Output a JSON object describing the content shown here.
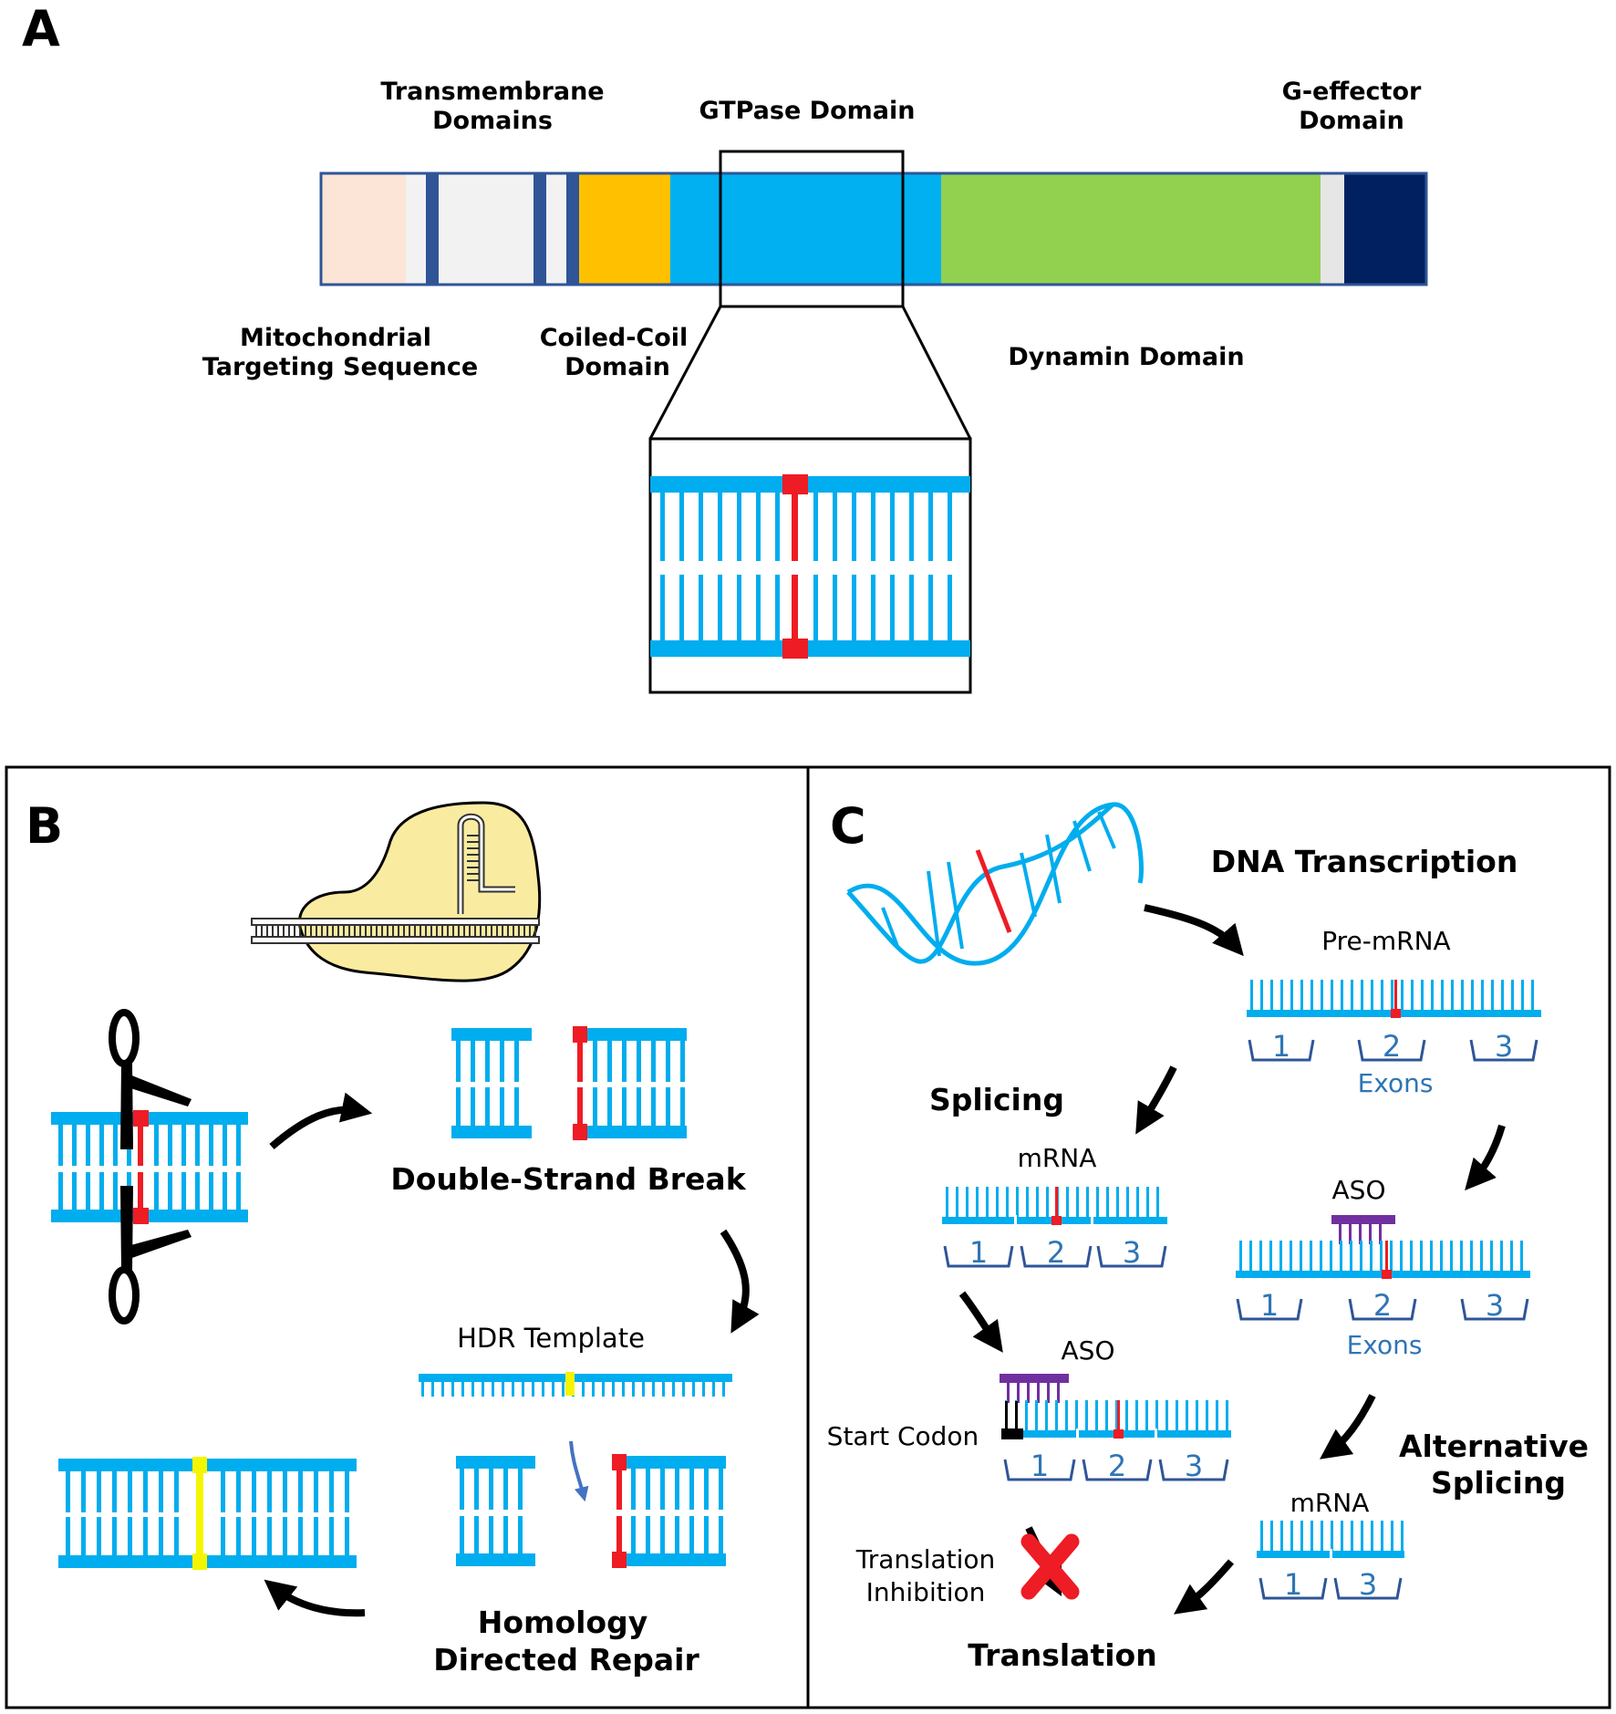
{
  "panel_a": {
    "letter": "A",
    "labels": {
      "transmembrane_1": "Transmembrane",
      "transmembrane_2": "Domains",
      "gtpase": "GTPase Domain",
      "geffector_1": "G-effector",
      "geffector_2": "Domain",
      "mts_1": "Mitochondrial",
      "mts_2": "Targeting Sequence",
      "coiled_1": "Coiled-Coil",
      "coiled_2": "Domain",
      "dynamin": "Dynamin Domain"
    }
  },
  "panel_b": {
    "letter": "B",
    "labels": {
      "dsb": "Double-Strand Break",
      "hdr_template": "HDR Template",
      "hdr_1": "Homology",
      "hdr_2": "Directed Repair"
    }
  },
  "panel_c": {
    "letter": "C",
    "labels": {
      "dna_transcription": "DNA Transcription",
      "pre_mrna": "Pre-mRNA",
      "exons_top": "Exons",
      "splicing": "Splicing",
      "mrna_left": "mRNA",
      "aso_right": "ASO",
      "exons_right": "Exons",
      "aso_left": "ASO",
      "start_codon": "Start Codon",
      "alt_1": "Alternative",
      "alt_2": "Splicing",
      "mrna_bottom": "mRNA",
      "inhibition_1": "Translation",
      "inhibition_2": "Inhibition",
      "translation": "Translation"
    },
    "exon_numbers": {
      "pre": [
        "1",
        "2",
        "3"
      ],
      "mrna": [
        "1",
        "2",
        "3"
      ],
      "aso_right": [
        "1",
        "2",
        "3"
      ],
      "aso_left": [
        "1",
        "2",
        "3"
      ],
      "alt": [
        "1",
        "3"
      ]
    }
  },
  "colors": {
    "strand_blue": "#00adee",
    "mutation_red": "#ee1c24",
    "hdr_yellow": "#f5f500",
    "aso_purple": "#7030a0",
    "exon_bracket": "#2f5597",
    "exon_text": "#2e75b6",
    "mts_peach": "#fce4d6",
    "tm_navy": "#2f5597",
    "coiled_orange": "#ffc000",
    "gtpase_blue": "#00b0f0",
    "dynamin_green": "#92d050",
    "geffector_navy": "#002060",
    "cas9_yellow": "#f9eba0"
  }
}
